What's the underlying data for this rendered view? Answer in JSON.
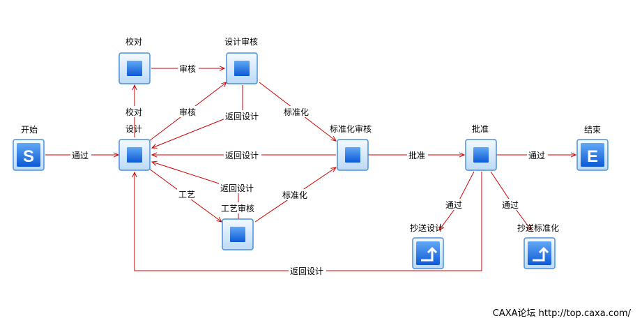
{
  "nodes": {
    "start": {
      "label": "开始",
      "icon": "start-icon",
      "glyph": "S"
    },
    "proofread": {
      "label": "校对",
      "icon": "task-icon"
    },
    "design_review": {
      "label": "设计审核",
      "icon": "task-icon"
    },
    "design": {
      "label": "设计",
      "icon": "task-icon"
    },
    "std_review": {
      "label": "标准化审核",
      "icon": "task-icon"
    },
    "approve": {
      "label": "批准",
      "icon": "task-icon"
    },
    "end": {
      "label": "结束",
      "icon": "end-icon",
      "glyph": "E"
    },
    "process_review": {
      "label": "工艺审核",
      "icon": "task-icon"
    },
    "cc_design": {
      "label": "抄送设计",
      "icon": "copy-send-icon"
    },
    "cc_std": {
      "label": "抄送标准化",
      "icon": "copy-send-icon"
    }
  },
  "edges": {
    "start_design": "通过",
    "design_proofread": "校对",
    "proofread_review": "审核",
    "design_review": "审核",
    "review_back": "返回设计",
    "review_std": "标准化",
    "std_back": "返回设计",
    "design_process": "工艺",
    "process_back": "返回设计",
    "process_std": "标准化",
    "std_approve": "批准",
    "approve_end": "通过",
    "approve_cc_design": "通过",
    "approve_cc_std": "通过",
    "approve_back": "返回设计"
  },
  "footer": "CAXA论坛 http://top.caxa.com/",
  "colors": {
    "edge": "#cc0000",
    "icon_border": "#4a90d9",
    "icon_fill": "#1e6fe0",
    "icon_bg": "#d6e9fb"
  }
}
